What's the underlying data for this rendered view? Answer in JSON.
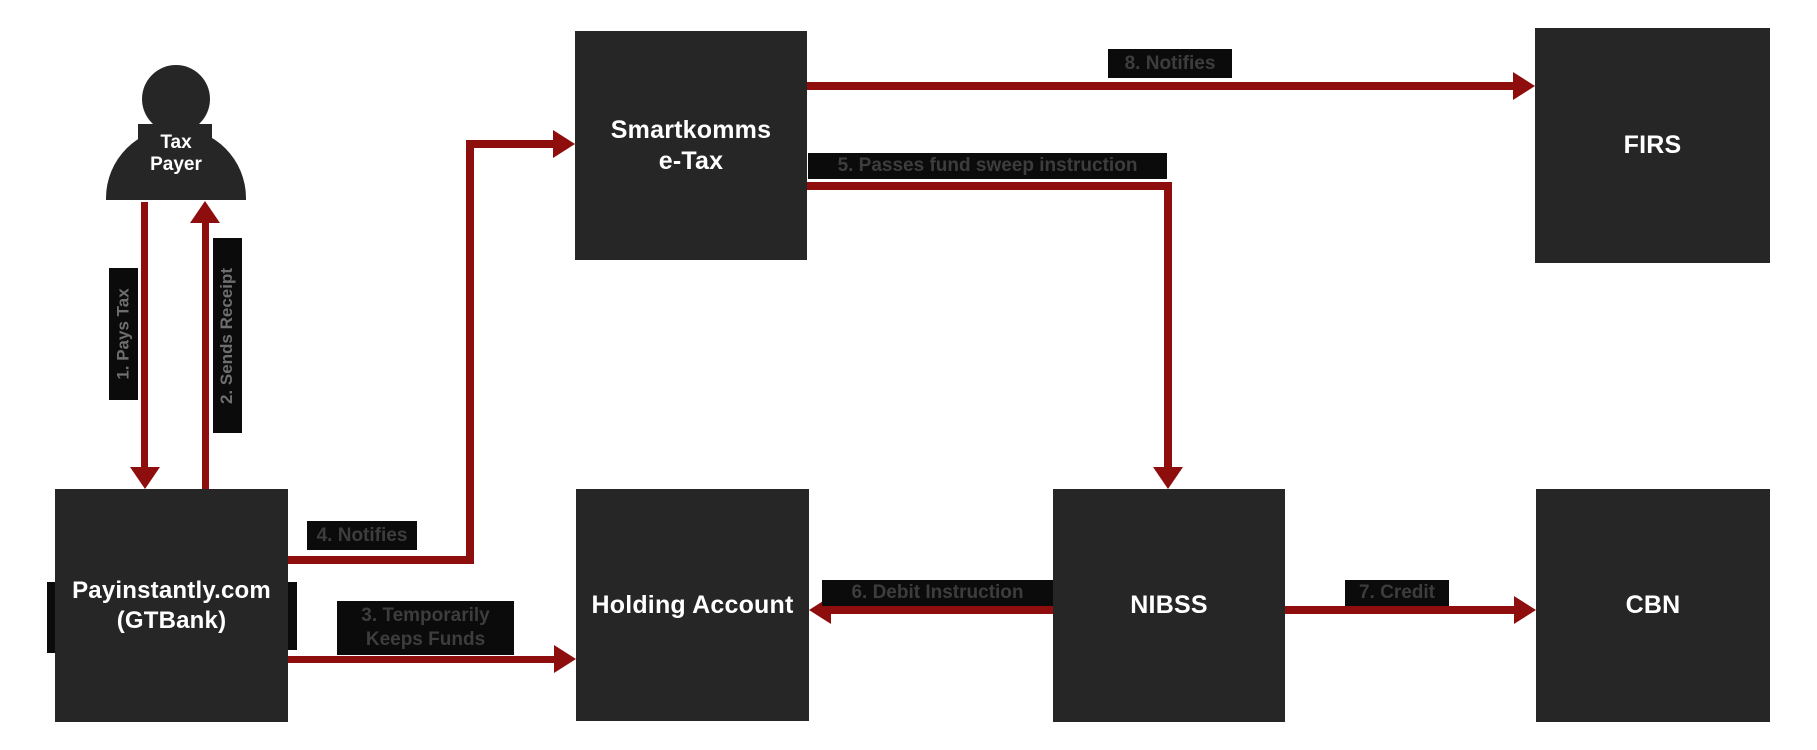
{
  "palette": {
    "background": "#ffffff",
    "box_fill": "#262626",
    "box_text": "#ffffff",
    "label_bg": "#0b0b0b",
    "label_text": "#3d3d3d",
    "label_text_vertical": "#6e6e6e",
    "arrow": "#8e0e0e"
  },
  "nodes": {
    "tax_payer": {
      "line1": "Tax",
      "line2": "Payer"
    },
    "payinstantly": {
      "line1": "Payinstantly.com",
      "line2": "(GTBank)"
    },
    "smartkomms": {
      "line1": "Smartkomms",
      "line2": "e-Tax"
    },
    "firs": {
      "label": "FIRS"
    },
    "holding_account": {
      "label": "Holding Account"
    },
    "nibss": {
      "label": "NIBSS"
    },
    "cbn": {
      "label": "CBN"
    }
  },
  "flows": {
    "step1": {
      "label": "1. Pays Tax"
    },
    "step2": {
      "label": "2. Sends Receipt"
    },
    "step3": {
      "line1": "3. Temporarily",
      "line2": "Keeps Funds"
    },
    "step4": {
      "label": "4. Notifies"
    },
    "step5": {
      "label": "5. Passes fund sweep instruction"
    },
    "step6": {
      "label": "6. Debit Instruction"
    },
    "step7": {
      "label": "7. Credit"
    },
    "step8": {
      "label": "8. Notifies"
    }
  }
}
